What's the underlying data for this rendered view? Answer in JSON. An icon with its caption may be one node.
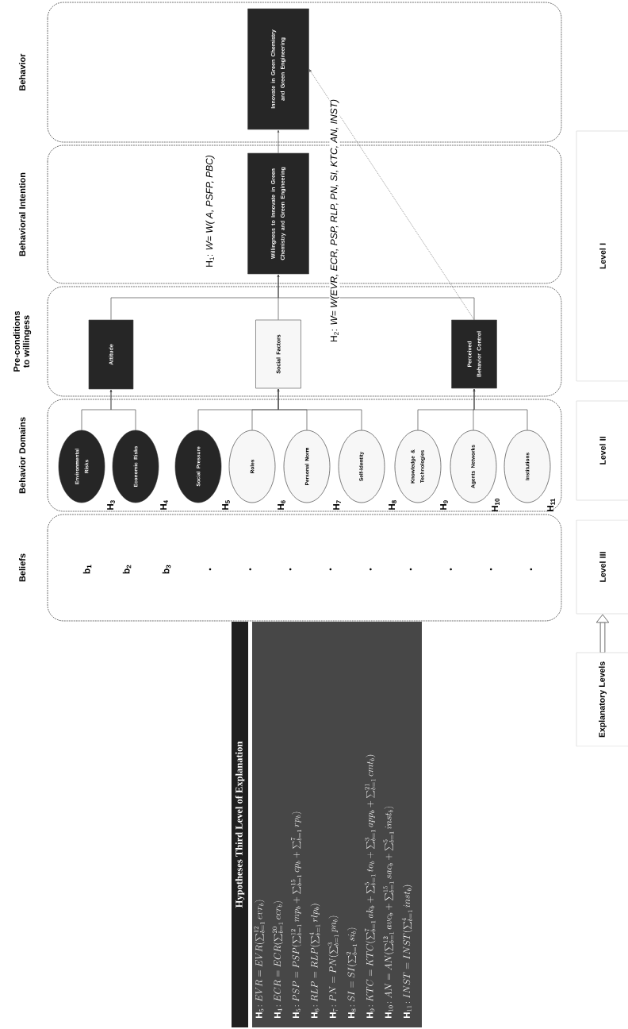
{
  "diagram": {
    "nodes": [
      {
        "text": [
          "Beliefs"
        ]
      },
      {
        "text": [
          "Behavior Domains"
        ]
      },
      {
        "text": [
          "Environmental Risks"
        ],
        "in": 1
      },
      {
        "text": [
          "Economic Risks"
        ],
        "in": 1
      },
      {
        "text": [
          "Social Pressure"
        ],
        "in": 1
      },
      {
        "text": [
          "Roles"
        ],
        "in": 1
      },
      {
        "text": [
          "Personal Norm"
        ],
        "in": 1
      },
      {
        "text": [
          "Self-Identity"
        ],
        "in": 1
      },
      {
        "text": [
          "Knowledge & Technologies"
        ],
        "in": 1
      },
      {
        "text": [
          "Agents Networks"
        ],
        "in": 1
      },
      {
        "text": [
          "Institutions"
        ],
        "in": 1
      },
      {
        "text": [
          "Pre-conditions to willingess"
        ]
      },
      {
        "text": [
          "Attitude"
        ],
        "in": 11
      },
      {
        "text": [
          "Social Factors"
        ],
        "in": 11
      },
      {
        "text": [
          "Perceived Behavior Control"
        ],
        "in": 11
      },
      {
        "text": [
          "Behavioral Intention"
        ]
      },
      {
        "text": [
          "Willingness to Innovate in Green Chemistry and Green Engineering"
        ],
        "in": 15
      },
      {
        "text": [
          "Behavior"
        ]
      },
      {
        "text": [
          "Innovate in Green Chemistry and Green Engineering"
        ],
        "in": 17
      },
      {
        "text": [
          "Explanatory Levels"
        ]
      },
      {
        "text": [
          "Level III"
        ]
      },
      {
        "text": [
          "Level II"
        ]
      },
      {
        "text": [
          "Level I"
        ]
      },
      {
        "text": [
          "Hypotheses Third Level of Explanation",
          "\\mathbf{H}_5\\!: EVR = EVR(\\sum_{b=1}^{12} evr_b)",
          "\\mathbf{H}_4\\!: ECR = ECR(\\sum_{b=1}^{20} ecr_b)",
          "\\mathbf{H}_5\\!: PSP = PSP(\\sum_{b=1}^{12} mp_b + \\sum_{b=1}^{15} cp_b + \\sum_{b=1}^{7} rp_b)",
          "\\mathbf{H}_6\\!: RLP = RLP(\\sum_{b=1}^{4} rlp_b)",
          "\\mathbf{H}_7\\!: PN = PN(\\sum_{b=1}^{3} pn_b)",
          "\\mathbf{H}_8\\!: SI = SI(\\sum_{b=1}^{2} si_b)",
          "\\mathbf{H}_9\\!: KTC = KTC(\\sum_{b=1}^{7} ak_b + \\sum_{b=1}^{5} to_b + \\sum_{b=1}^{3} app_b + \\sum_{b=1}^{21} cmt_b)",
          "\\mathbf{H}_{10}\\!: AN = AN(\\sum_{b=1}^{12} avc_b + \\sum_{b=1}^{15} sac_b + \\sum_{b=1}^{5} inst_b)",
          "\\mathbf{H}_{11}\\!: INST = INST(\\sum_{b=1}^{4} inst_b)"
        ]
      }
    ],
    "edges": [
      {
        "from": 2,
        "to": 12,
        "arrow": "to"
      },
      {
        "from": 3,
        "to": 12,
        "arrow": "to"
      },
      {
        "from": 4,
        "to": 13,
        "arrow": "to"
      },
      {
        "from": 5,
        "to": 13,
        "arrow": "to"
      },
      {
        "from": 6,
        "to": 13,
        "arrow": "to"
      },
      {
        "from": 7,
        "to": 13,
        "arrow": "to"
      },
      {
        "from": 8,
        "to": 14,
        "arrow": "to"
      },
      {
        "from": 9,
        "to": 14,
        "arrow": "to"
      },
      {
        "from": 10,
        "to": 14,
        "arrow": "to"
      },
      {
        "from": 12,
        "to": 16,
        "arrow": "to"
      },
      {
        "from": 13,
        "to": 16,
        "arrow": "to"
      },
      {
        "from": 14,
        "to": 16,
        "arrow": "to"
      },
      {
        "from": 16,
        "to": 18,
        "arrow": "to"
      },
      {
        "from": 14,
        "to": 18,
        "arrow": "to",
        "style": "dashed"
      },
      {
        "from": 19,
        "to": 20,
        "arrow": "to",
        "style": "thick"
      }
    ],
    "labels": [
      "H$_{1}$: *W= W( A, PSFP, PBC)*",
      "H$_{2}$: *W= W(EVR, ECR, PSP, RLP, PN, SI, KTC, AN, INST)*",
      "H$_{3}$",
      "H$_{4}$",
      "H$_{5}$",
      "H$_{6}$",
      "H$_{7}$",
      "H$_{8}$",
      "H$_{9}$",
      "H$_{10}$",
      "H$_{11}$",
      "b$_{1}$",
      "b$_{2}$",
      "b$_{3}$"
    ]
  }
}
